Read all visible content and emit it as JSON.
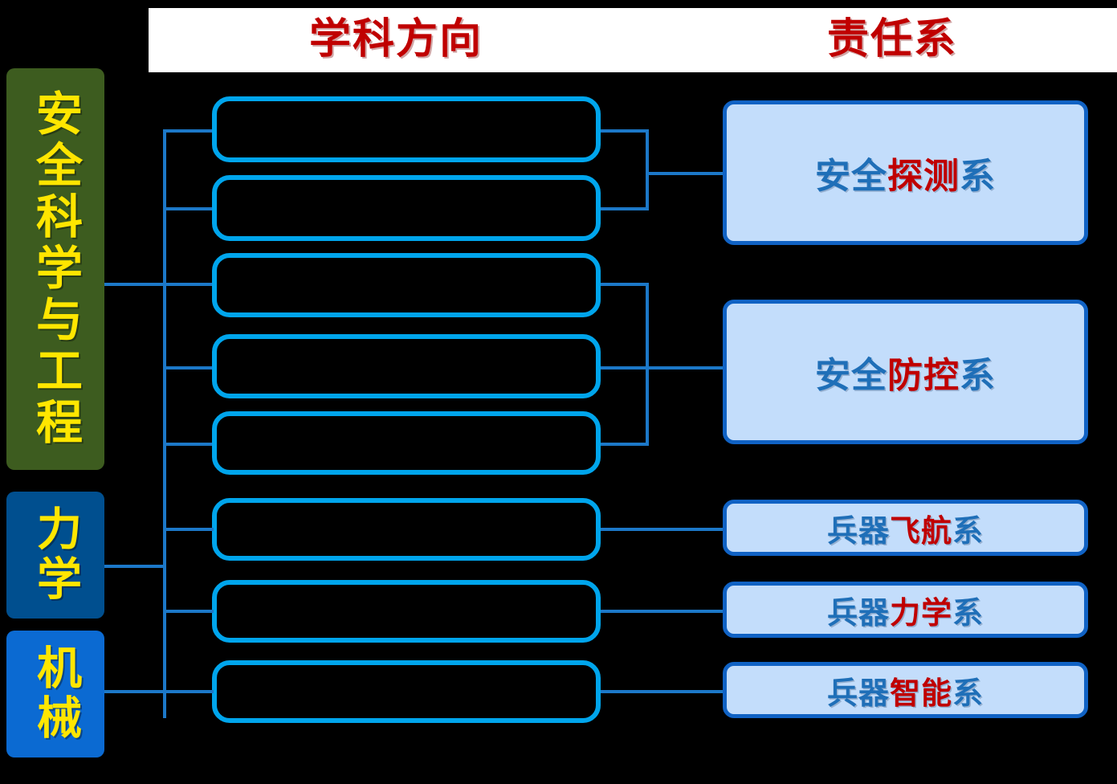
{
  "header": {
    "left_title": "学科方向",
    "right_title": "责任系",
    "title_color": "#c00000",
    "background": "#ffffff"
  },
  "disciplines": [
    {
      "label": "安全科学与工程",
      "color": "#3d5c1f",
      "text_color": "#ffe600"
    },
    {
      "label": "力学",
      "color": "#004f8f",
      "text_color": "#ffe600"
    },
    {
      "label": "机械",
      "color": "#0b6ad2",
      "text_color": "#ffe600"
    }
  ],
  "directions": [
    {
      "label": ""
    },
    {
      "label": ""
    },
    {
      "label": ""
    },
    {
      "label": ""
    },
    {
      "label": ""
    },
    {
      "label": ""
    },
    {
      "label": ""
    },
    {
      "label": ""
    }
  ],
  "departments": [
    {
      "blue_1": "安全",
      "red": "探测",
      "blue_2": "系",
      "size": "big"
    },
    {
      "blue_1": "安全",
      "red": "防控",
      "blue_2": "系",
      "size": "big"
    },
    {
      "blue_1": "兵器",
      "red": "飞航",
      "blue_2": "系",
      "size": "small"
    },
    {
      "blue_1": "兵器",
      "red": "力学",
      "blue_2": "系",
      "size": "small"
    },
    {
      "blue_1": "兵器",
      "red": "智能",
      "blue_2": "系",
      "size": "small"
    }
  ],
  "colors": {
    "canvas": "#000000",
    "direction_border": "#00a5ec",
    "department_fill": "#c3ddfb",
    "department_border": "#1062c4",
    "department_text_blue": "#1f6fb8",
    "department_text_red": "#c00000",
    "connector": "#1c78c8"
  }
}
